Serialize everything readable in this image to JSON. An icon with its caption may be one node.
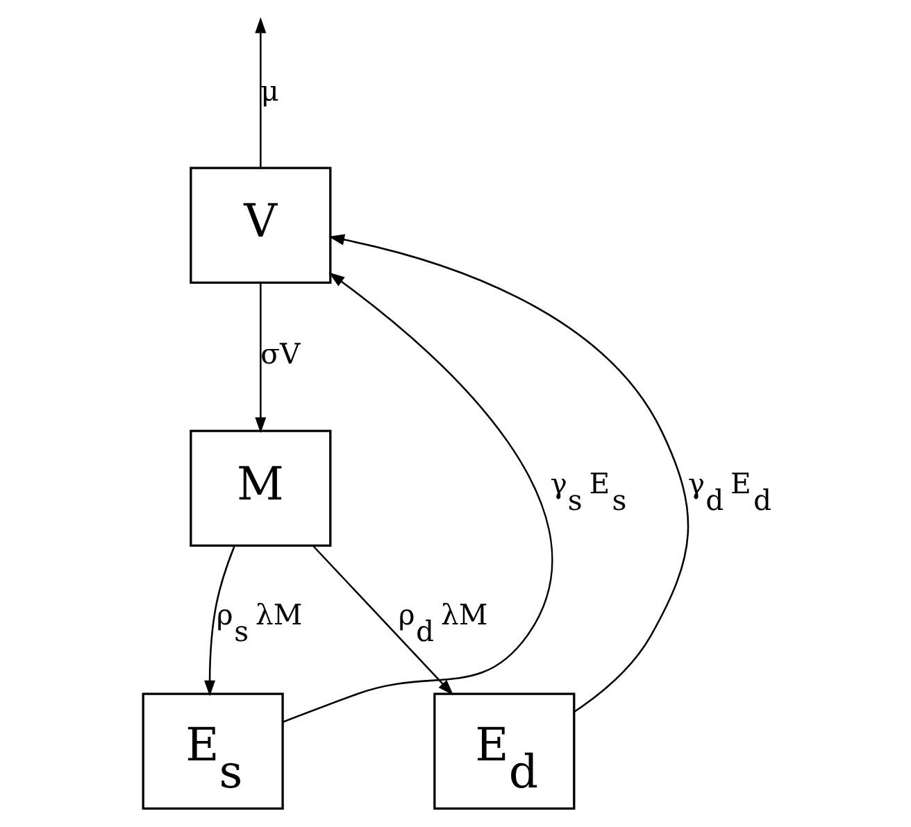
{
  "diagram": {
    "nodes": [
      {
        "text": [
          "V"
        ]
      },
      {
        "text": [
          "M"
        ]
      },
      {
        "text": [
          "E$_{s}$"
        ]
      },
      {
        "text": [
          "E$_{d}$"
        ]
      }
    ],
    "edges": [
      {
        "from": 0,
        "to": null,
        "label": "μ",
        "arrow": "to"
      },
      {
        "from": 0,
        "to": 1,
        "label": "σV",
        "arrow": "to"
      },
      {
        "from": 1,
        "to": 2,
        "label": "ρ$_{s}$ λM",
        "arrow": "to"
      },
      {
        "from": 1,
        "to": 3,
        "label": "ρ$_{d}$ λM",
        "arrow": "to"
      },
      {
        "from": 2,
        "to": 0,
        "label": "γ$_{s}$ E$_{s}$",
        "arrow": "to"
      },
      {
        "from": 3,
        "to": 0,
        "label": "γ$_{d}$ E$_{d}$",
        "arrow": "to"
      }
    ]
  }
}
